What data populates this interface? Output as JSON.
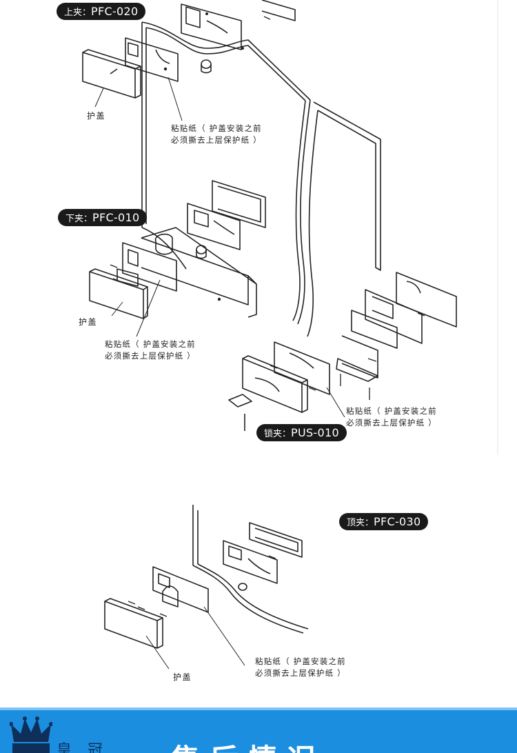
{
  "labels": {
    "top_clamp": {
      "cn": "上夹：",
      "code": "PFC-020"
    },
    "bottom_clamp": {
      "cn": "下夹：",
      "code": "PFC-010"
    },
    "lock_clamp": {
      "cn": "锁夹：",
      "code": "PUS-010"
    },
    "top_pivot": {
      "cn": "顶夹：",
      "code": "PFC-030"
    }
  },
  "cover_label": "护盖",
  "sticker_note": {
    "line1": "粘贴纸（ 护盖安装之前",
    "line2": "必须撕去上层保护纸 ）"
  },
  "footer": {
    "brand_text": "皇 冠",
    "title": "售后情况",
    "colors": {
      "bar": "#1b8ee0",
      "band": "#7cc4f3",
      "brand": "#0d2f5a"
    }
  },
  "icons": [
    "crown-logo-icon"
  ]
}
